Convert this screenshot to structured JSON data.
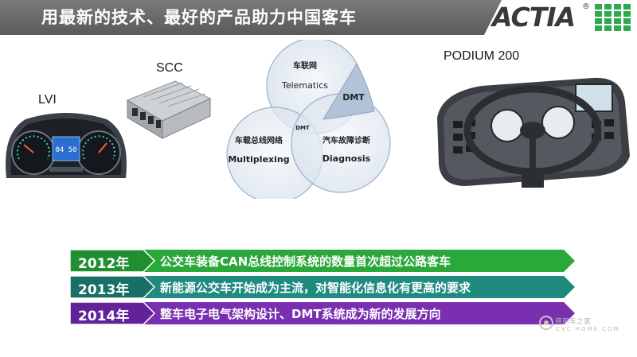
{
  "header": {
    "title": "用最新的技术、最好的产品助力中国客车",
    "logo_text": "ACTIA",
    "logo_reg": "®"
  },
  "products": {
    "lvi": "LVI",
    "scc": "SCC",
    "podium": "PODIUM 200",
    "lvi_screen": "04 50"
  },
  "venn": {
    "top_cn": "车联网",
    "top_en": "Telematics",
    "left_cn": "车载总线网络",
    "left_en": "Multiplexing",
    "right_cn": "汽车故障诊断",
    "right_en": "Diagnosis",
    "dmt": "DMT",
    "center": "DMT",
    "colors": {
      "circle_fill": "#dde6f0",
      "circle_stroke": "#9bb0c9",
      "dmt_fill": "#b2c3d8"
    }
  },
  "timeline": [
    {
      "year": "2012年",
      "text": "公交车装备CAN总线控制系统的数量首次超过公路客车",
      "color": "#2aa83a"
    },
    {
      "year": "2013年",
      "text": "新能源公交车开始成为主流，对智能化信息化有更高的要求",
      "color": "#1f8a7e"
    },
    {
      "year": "2014年",
      "text": "整车电子电气架构设计、DMT系统成为新的发展方向",
      "color": "#7a2fb0"
    }
  ],
  "watermark": {
    "cn": "商用车之家",
    "en": "CVC HOME.COM"
  }
}
